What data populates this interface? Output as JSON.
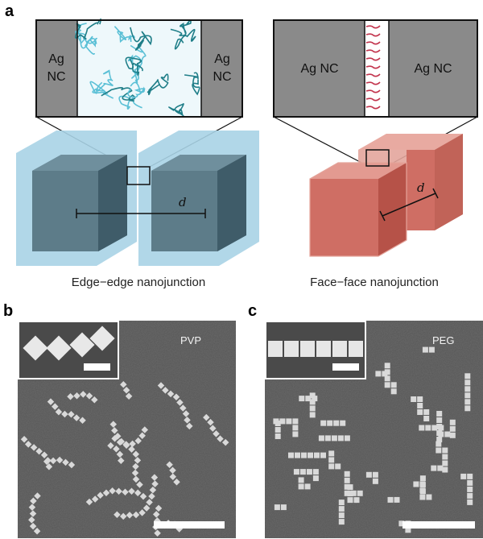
{
  "figure": {
    "panel_a": {
      "letter": "a",
      "left": {
        "nc_left_line1": "Ag",
        "nc_left_line2": "NC",
        "nc_right_line1": "Ag",
        "nc_right_line2": "NC",
        "distance_symbol": "d",
        "caption": "Edge−edge nanojunction",
        "colors": {
          "shell": "#a9d3e6",
          "cube": "#5f7e8c",
          "ligand_light": "#5bc0d6",
          "ligand_dark": "#1f7e88",
          "gap_bg": "#eef8fb"
        }
      },
      "right": {
        "nc_left": "Ag NC",
        "nc_right": "Ag NC",
        "distance_symbol": "d",
        "caption": "Face−face nanojunction",
        "colors": {
          "cube_front": "#cf6e64",
          "cube_side": "#b65248",
          "cube_top": "#e39a91",
          "ligand": "#c2334c"
        }
      }
    },
    "panel_b": {
      "letter": "b",
      "label": "PVP"
    },
    "panel_c": {
      "letter": "c",
      "label": "PEG"
    }
  }
}
